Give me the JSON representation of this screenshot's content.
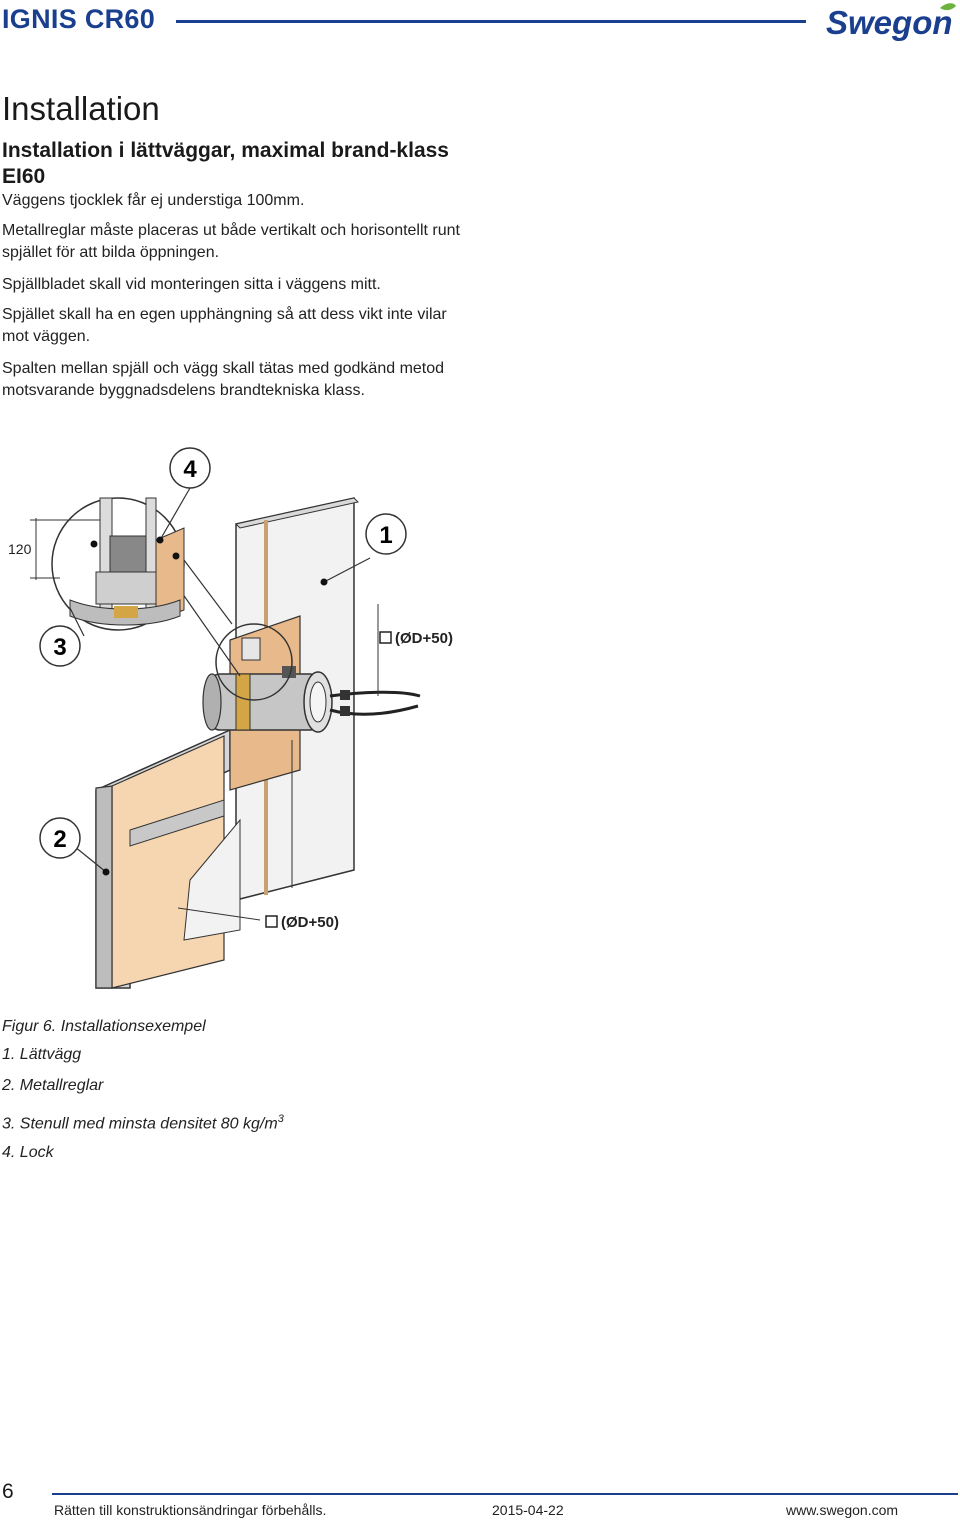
{
  "header": {
    "title": "IGNIS CR60",
    "brand": "Swegon"
  },
  "section_title": "Installation",
  "subheading": "Installation i lättväggar, maximal brand-klass EI60",
  "paragraphs": [
    "Väggens tjocklek får ej understiga 100mm.",
    "Metallreglar måste placeras ut både vertikalt och horisontellt runt spjället för att bilda öppningen.",
    "Spjällbladet skall vid monteringen sitta i väggens mitt.",
    "Spjället skall ha en egen upphängning så att dess vikt inte vilar mot väggen.",
    "Spalten mellan spjäll och vägg skall tätas med godkänd metod motsvarande byggnadsdelens brandtekniska klass."
  ],
  "figure": {
    "callouts": [
      "4",
      "1",
      "3",
      "2"
    ],
    "dimension_120": "120",
    "dimension_top": "(ØD+50)",
    "dimension_bottom": "(ØD+50)"
  },
  "caption": {
    "title": "Figur 6. Installationsexempel",
    "items": [
      "1. Lättvägg",
      "2. Metallreglar",
      "3. Stenull med minsta densitet 80 kg/m",
      "4. Lock"
    ],
    "superscript": "3"
  },
  "footer": {
    "page_number": "6",
    "disclaimer": "Rätten till konstruktionsändringar förbehålls.",
    "date": "2015-04-22",
    "website": "www.swegon.com"
  },
  "colors": {
    "brand_blue": "#1b3f8f",
    "brand_green": "#6db33f",
    "board_tan": "#e8b98a",
    "wall_white": "#f4f4f4",
    "metal_grey": "#b8b8b8"
  }
}
